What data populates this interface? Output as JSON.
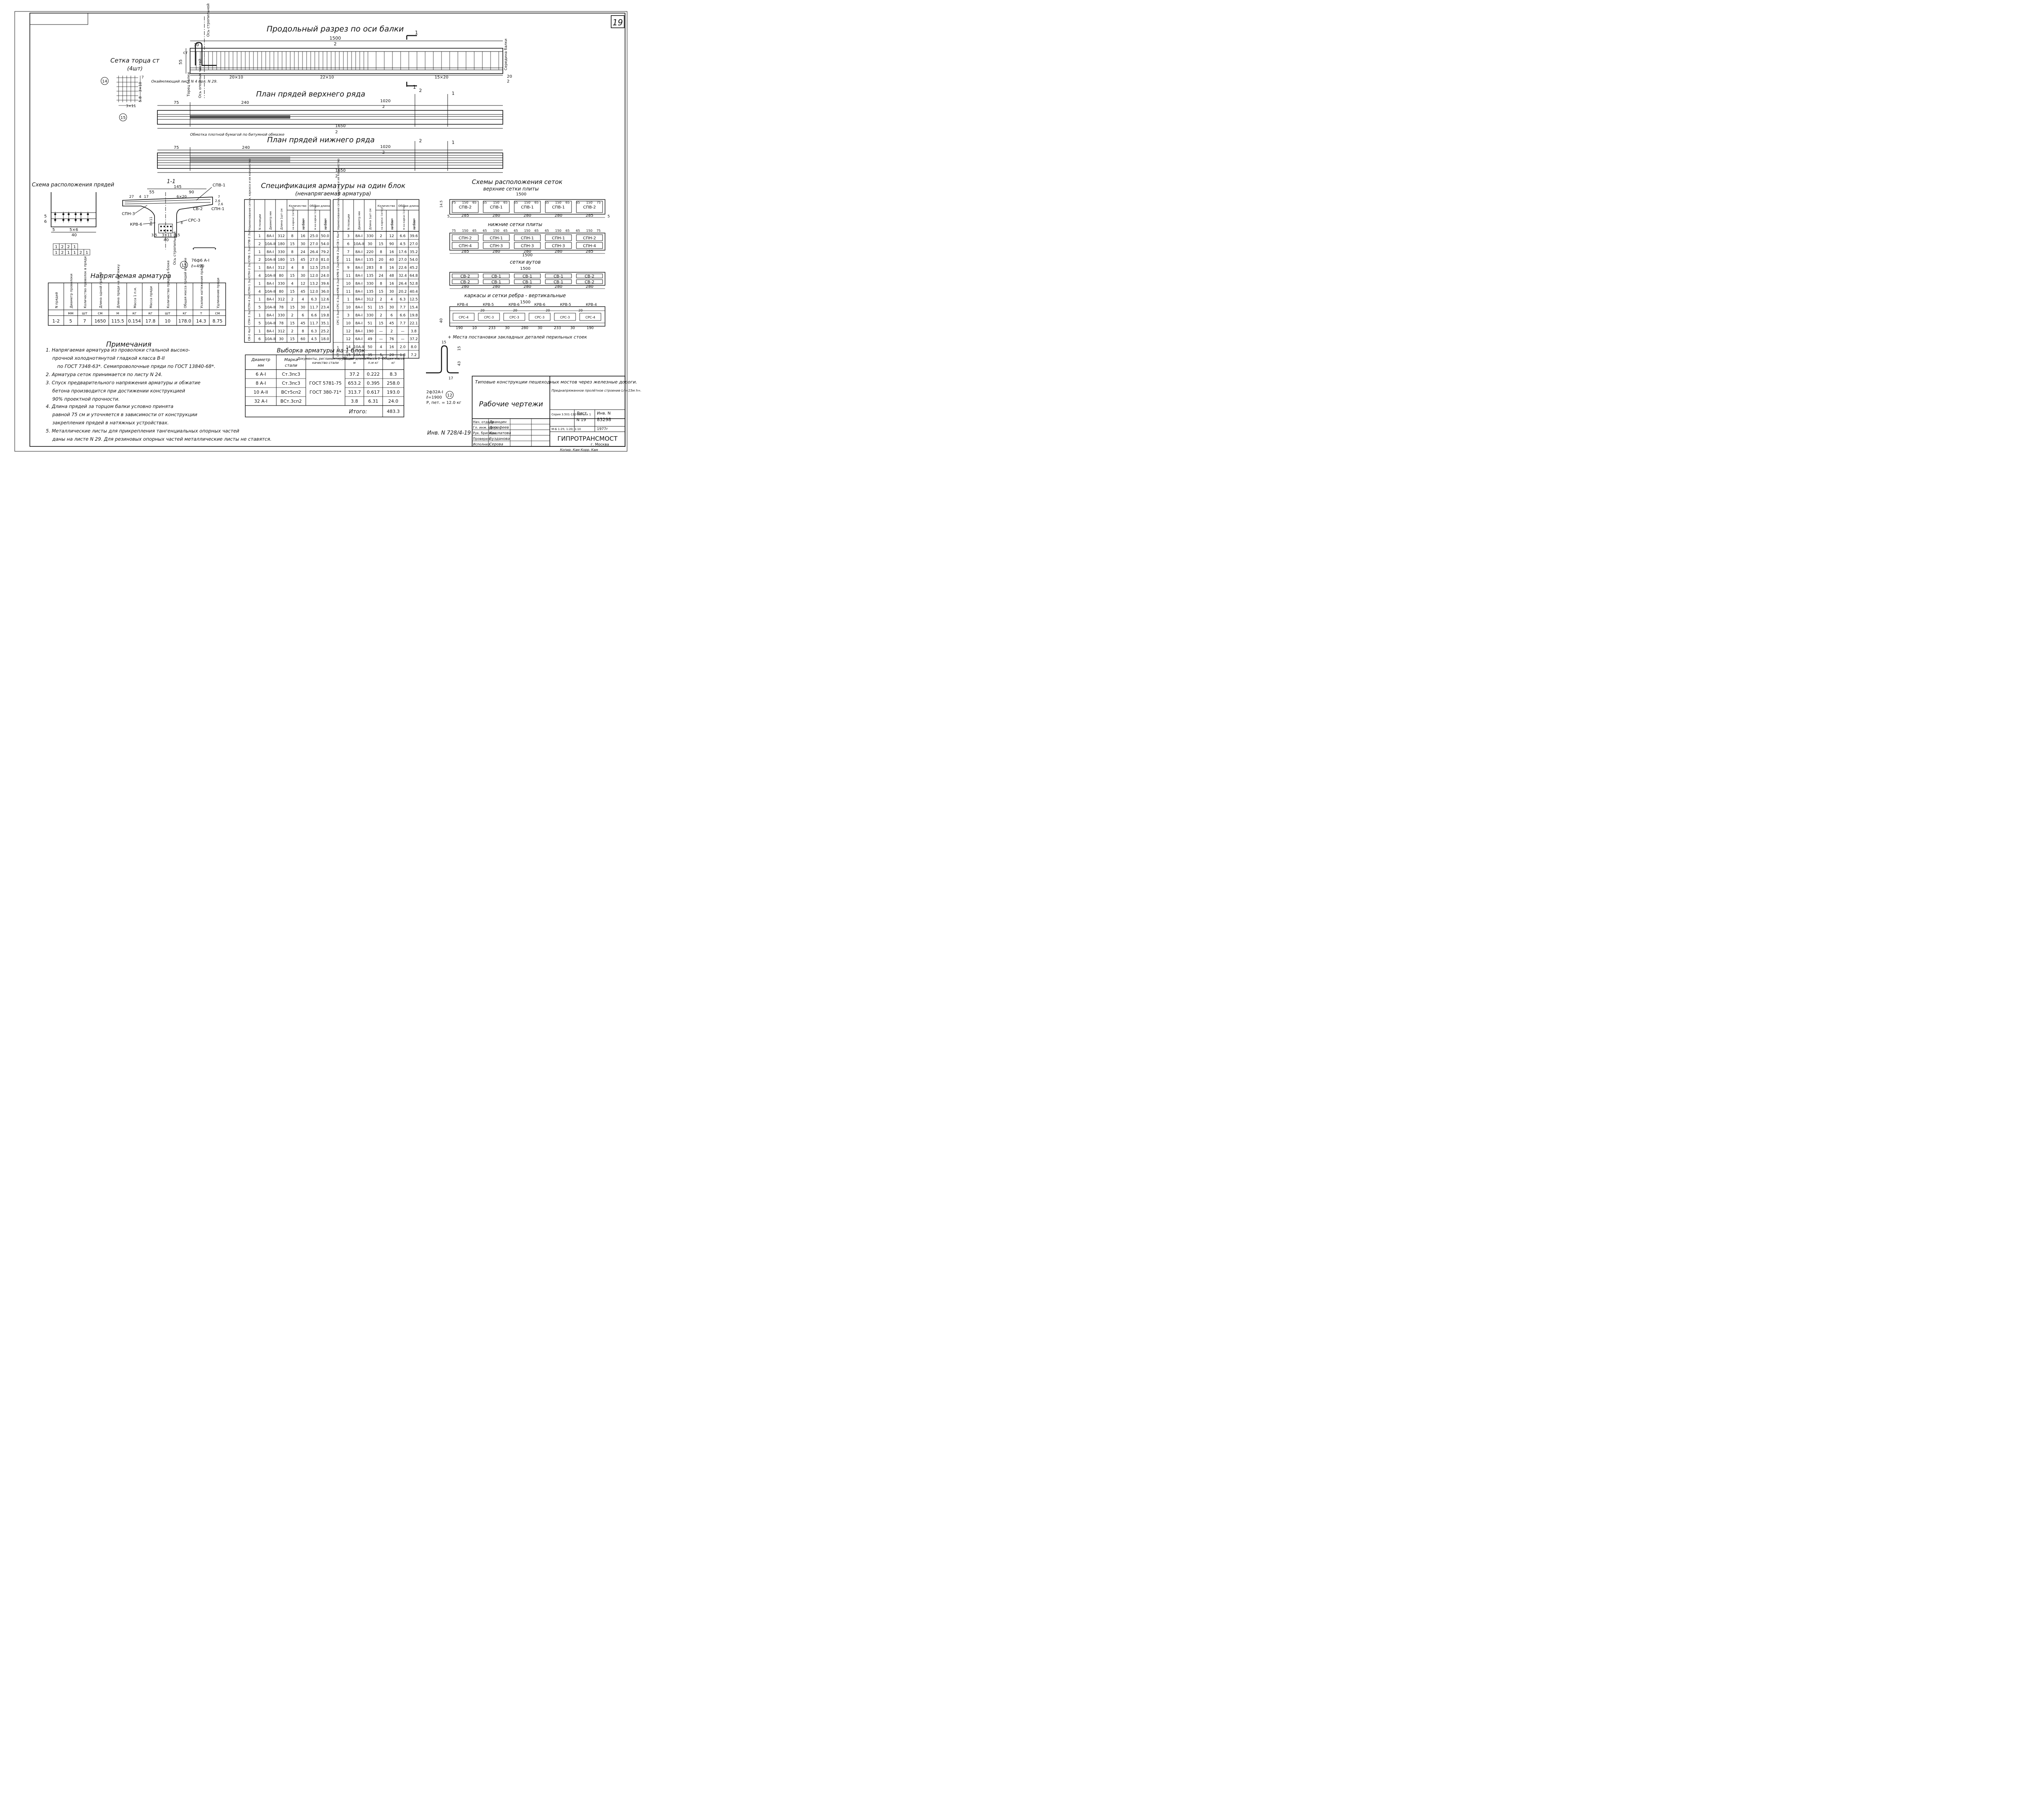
{
  "sheet_number": "19",
  "inv_note": "Инв. N 728/4-19",
  "copy_note": "Копир. Кам Корр. Кам",
  "longitudinal": {
    "title": "Продольный разрез по оси балки",
    "dim_top": "1500",
    "dim_top_div": "2",
    "dim_30": "30",
    "dim_55": "55",
    "dim_ct": "ст",
    "spacing": [
      "20×10",
      "22×10",
      "15×20"
    ],
    "dim_end": "20",
    "dim_end_div": "2",
    "section_mark": "1",
    "axis_support_label": "Ось стропильной",
    "middle_label": "Середина балки",
    "leader_labels": [
      "Окаймляющий лист N 4 пол. N 29.",
      "Торец балки",
      "Ось опорных частей"
    ]
  },
  "end_mesh": {
    "title": "Сетка торца ст",
    "subtitle": "(4шт)",
    "pos_a": "14",
    "pos_b": "15",
    "dims": [
      "3×10",
      "5.8",
      "3×11",
      "7"
    ]
  },
  "upper_plan": {
    "title": "План прядей верхнего ряда",
    "dims": [
      "75",
      "240",
      "1020",
      "1650"
    ],
    "div": "2",
    "marks": [
      "2",
      "1"
    ]
  },
  "lower_plan": {
    "title": "План прядей нижнего ряда",
    "note": "Обмотка плотной бумагой по битумной обмазке",
    "dims": [
      "75",
      "240",
      "1020",
      "1650"
    ],
    "div": "2",
    "marks": [
      "2",
      "1"
    ]
  },
  "strand_scheme": {
    "title": "Схема расположения прядей",
    "dims": [
      "5",
      "6",
      "5",
      "5×6",
      "40"
    ],
    "table": [
      [
        "1",
        "2",
        "2",
        "1"
      ],
      [
        "1",
        "2",
        "1",
        "1",
        "2",
        "1"
      ]
    ]
  },
  "section_11": {
    "title": "1-1",
    "dims": [
      "145",
      "55",
      "90",
      "27",
      "4",
      "17",
      "6×20",
      "2.6",
      "3.5",
      "3×11",
      "3.5",
      "40",
      "8×11",
      "7",
      "2.6",
      "8"
    ],
    "labels": [
      "СПВ-1",
      "СПН-3",
      "СВ-2",
      "СПН-1",
      "КРВ-6",
      "СРС-3"
    ],
    "axis": "Ось стропильной",
    "detail13_pos": "13",
    "detail13_text": "76ф6 А-I",
    "detail13_len": "ℓ=490"
  },
  "prestress": {
    "title": "Напрягаемая арматура",
    "headers": [
      "N прядей",
      "Диаметр проволоки",
      "Количество проволок в пряди",
      "Длина одной прядей",
      "Длина пряди на вытяжку",
      "Масса 1 п.м.",
      "Масса пряди",
      "Количество прядей в блоке",
      "Общая масса прядей в блоке",
      "Усилие натяжения пряди",
      "Удлинение пряди"
    ],
    "units": [
      "",
      "мм",
      "шт",
      "см",
      "м",
      "кг",
      "кг",
      "шт",
      "кг",
      "т",
      "см"
    ],
    "row": [
      "1-2",
      "5",
      "7",
      "1650",
      "115.5",
      "0.154",
      "17.8",
      "10",
      "178.0",
      "14.3",
      "8.75"
    ]
  },
  "notes": {
    "title": "Примечания",
    "lines": [
      "1. Напрягаемая арматура из проволоки стальной высоко-",
      "прочной холоднотянутой гладкой класса В-II",
      "по ГОСТ 7348-63*. Семипроволочные пряди по ГОСТ 13840-68*.",
      "2. Арматура сеток принимается по листу N 24.",
      "3. Спуск предварительного напряжения арматуры и обжатие",
      "бетона производится при достижении конструкцией",
      "90% проектной прочности.",
      "4. Длина прядей за торцом балки условно принята",
      "равной 75 см и уточняется в зависимости от конструкции",
      "закрепления прядей в натяжных устройствах.",
      "5. Металлические листы для прикрепления тангенциальных опорных частей",
      "даны на листе N 29. Для резиновых опорных частей металлические листы не ставятся."
    ]
  },
  "spec": {
    "title": "Спецификация арматуры на один блок",
    "subtitle": "(ненапрягаемая арматура)",
    "headers": [
      "Наименование сетки, каркаса и их количество",
      "N позиции",
      "Диаметр мм",
      "Длина 1шт см",
      "Количество шт на каркас (сетку)",
      "на блок",
      "Общая длина м на каркас (сетку)",
      "на блок"
    ],
    "left_rows": [
      [
        "СПВ-2 2шт",
        "1",
        "8А-I",
        "312",
        "8",
        "16",
        "25.0",
        "50.0"
      ],
      [
        "",
        "2",
        "10А-II",
        "180",
        "15",
        "30",
        "27.0",
        "54.0"
      ],
      [
        "СПВ-1 3шт",
        "1",
        "8А-I",
        "330",
        "8",
        "24",
        "26.4",
        "79.2"
      ],
      [
        "",
        "2",
        "10А-II",
        "180",
        "15",
        "45",
        "27.0",
        "81.0"
      ],
      [
        "СПН-2 2шт",
        "1",
        "8А-I",
        "312",
        "4",
        "8",
        "12.5",
        "25.0"
      ],
      [
        "",
        "4",
        "10А-II",
        "80",
        "15",
        "30",
        "12.0",
        "24.0"
      ],
      [
        "СПН-1 3шт",
        "1",
        "8А-I",
        "330",
        "4",
        "12",
        "13.2",
        "39.6"
      ],
      [
        "",
        "4",
        "10А-II",
        "80",
        "15",
        "45",
        "12.0",
        "36.0"
      ],
      [
        "СПН-4 2шт",
        "1",
        "8А-I",
        "312",
        "2",
        "4",
        "6.3",
        "12.6"
      ],
      [
        "",
        "5",
        "10А-II",
        "78",
        "15",
        "30",
        "11.7",
        "23.4"
      ],
      [
        "СПН-3 3шт",
        "1",
        "8А-I",
        "330",
        "2",
        "6",
        "6.6",
        "19.8"
      ],
      [
        "",
        "5",
        "10А-II",
        "78",
        "15",
        "45",
        "11.7",
        "35.1"
      ],
      [
        "СВ-2 4шт",
        "1",
        "8А-I",
        "312",
        "2",
        "8",
        "6.3",
        "25.2"
      ],
      [
        "",
        "6",
        "10А-II",
        "30",
        "15",
        "60",
        "4.5",
        "18.0"
      ]
    ],
    "right_rows": [
      [
        "СВ-1 6шт",
        "3",
        "8А-I",
        "330",
        "2",
        "12",
        "6.6",
        "39.6"
      ],
      [
        "",
        "6",
        "10А-II",
        "30",
        "15",
        "90",
        "4.5",
        "27.0"
      ],
      [
        "КРВ-4 2шт",
        "7",
        "8А-I",
        "220",
        "8",
        "16",
        "17.6",
        "35.2"
      ],
      [
        "",
        "11",
        "8А-I",
        "135",
        "20",
        "40",
        "27.0",
        "54.0"
      ],
      [
        "КРВ-5 2шт",
        "9",
        "8А-I",
        "283",
        "8",
        "16",
        "22.6",
        "45.2"
      ],
      [
        "",
        "11",
        "8А-I",
        "135",
        "24",
        "48",
        "32.4",
        "64.8"
      ],
      [
        "КРВ-6 2шт",
        "10",
        "8А-I",
        "330",
        "8",
        "16",
        "26.4",
        "52.8"
      ],
      [
        "",
        "11",
        "8А-I",
        "135",
        "15",
        "30",
        "20.2",
        "40.4"
      ],
      [
        "СРС-4 2шт",
        "1",
        "8А-I",
        "312",
        "2",
        "4",
        "6.3",
        "12.5"
      ],
      [
        "",
        "10",
        "8А-I",
        "51",
        "15",
        "30",
        "7.7",
        "15.4"
      ],
      [
        "СРС-3 3шт",
        "3",
        "8А-I",
        "330",
        "2",
        "6",
        "6.6",
        "19.8"
      ],
      [
        "",
        "10",
        "8А-I",
        "51",
        "15",
        "45",
        "7.7",
        "22.1"
      ],
      [
        "",
        "12",
        "8А-I",
        "190",
        "—",
        "2",
        "—",
        "3.8"
      ],
      [
        "",
        "12",
        "6А-I",
        "49",
        "—",
        "76",
        "—",
        "37.2"
      ],
      [
        "СТ 4шт",
        "14",
        "10А-II",
        "50",
        "4",
        "16",
        "2.0",
        "8.0"
      ],
      [
        "",
        "15",
        "10А-II",
        "35",
        "5",
        "20",
        "1.8",
        "7.2"
      ]
    ]
  },
  "selection": {
    "title": "Выборка арматуры на 1 блок",
    "headers": [
      "Диаметр мм",
      "Марка стали",
      "Документы, регламентирующие качество стали",
      "Общая длина м",
      "Масса 1 п.м кг",
      "Общая масса кг"
    ],
    "rows": [
      [
        "6 А-I",
        "Ст.3пс3",
        "",
        "37.2",
        "0.222",
        "8.3"
      ],
      [
        "8 А-I",
        "Ст.3пс3",
        "ГОСТ 5781-75",
        "653.2",
        "0.395",
        "258.0"
      ],
      [
        "10 А-II",
        "ВСт5сп2",
        "ГОСТ 380-71*",
        "313.7",
        "0.617",
        "193.0"
      ],
      [
        "32 А-I",
        "ВСт.3сп2",
        "",
        "3.8",
        "6.31",
        "24.0"
      ]
    ],
    "total_label": "Итого:",
    "total": "483.3"
  },
  "mesh_schemes": {
    "title": "Схемы расположения сеток",
    "upper_title": "верхние сетки плиты",
    "upper_dim": "1500",
    "upper_labels": [
      "СПВ-2",
      "СПВ-1",
      "СПВ-1",
      "СПВ-1",
      "СПВ-2"
    ],
    "upper_top_dims": [
      "75",
      "150",
      "65",
      "65",
      "150",
      "65",
      "65",
      "150",
      "65",
      "65",
      "150",
      "65",
      "65",
      "150",
      "75"
    ],
    "upper_bottom_dims": [
      "285",
      "280",
      "280",
      "280",
      "285"
    ],
    "lower_title": "нижние сетки плиты",
    "lower_labels_top": [
      "СПН-2",
      "СПН-1",
      "СПН-1",
      "СПН-1",
      "СПН-2"
    ],
    "lower_labels_bot": [
      "СПН-4",
      "СПН-3",
      "СПН-3",
      "СПН-3",
      "СПН-4"
    ],
    "lower_bottom_dims": [
      "285",
      "280",
      "280",
      "280",
      "285"
    ],
    "lower_dim": "1500",
    "rib_title": "сетки вутов",
    "rib_dim": "1500",
    "rib_labels_top": [
      "СВ-2",
      "СВ-1",
      "СВ-1",
      "СВ-1",
      "СВ-2"
    ],
    "rib_labels_bot": [
      "СВ-2",
      "СВ-1",
      "СВ-1",
      "СВ-1",
      "СВ-2"
    ],
    "rib_bottom_dims": [
      "280",
      "280",
      "280",
      "280",
      "280"
    ],
    "cage_title": "каркасы и сетки ребра - вертикальные",
    "cage_dim": "1500",
    "cage_top_labels": [
      "КРВ-4",
      "КРВ-5",
      "КРВ-6",
      "КРВ-6",
      "КРВ-5",
      "КРВ-4"
    ],
    "cage_mid_labels": [
      "СРС-4",
      "СРС-3",
      "СРС-3",
      "СРС-3",
      "СРС-3",
      "СРС-4"
    ],
    "cage_bottom_dims": [
      "190",
      "10",
      "233",
      "30",
      "280",
      "30",
      "233",
      "30",
      "190"
    ],
    "cage_mid_dims": [
      "20",
      "20",
      "20",
      "20"
    ],
    "footnote": "+ Места постановки закладных деталей перильных стоек"
  },
  "hook_detail": {
    "pos": "12",
    "text": "2ф32А-I",
    "length": "ℓ=1900",
    "weight": "P, пет. = 12.0 кг",
    "dims": [
      "15",
      "15",
      "43",
      "17"
    ]
  },
  "title_block": {
    "main_title": "Типовые конструкции пешеходных мостов через железные дороги.",
    "sub_title": "Рабочие чертежи",
    "description": "Преднапряженное пролётное строение Lп=15м h=55см, армированное прядями. Арматурный чертеж балки.",
    "series": "Серия 3.501-132 Выпуск 1",
    "sheet_label": "Лист",
    "sheet_value": "N 19",
    "inv_label": "Инв. N",
    "inv_value": "83298",
    "scale": "М-Б 1:25; 1:20; 1:10",
    "year": "1977г",
    "roles": [
      "Нач. отдела",
      "Гл. инж. пр-та",
      "Рук. бригады",
      "Проверил",
      "Исполнил"
    ],
    "people": [
      "Дранцин",
      "Дорофеев",
      "Кашлатова",
      "Бузданова",
      "Серова"
    ],
    "org": "ГИПРОТРАНСМОСТ",
    "city": "г. Москва"
  }
}
